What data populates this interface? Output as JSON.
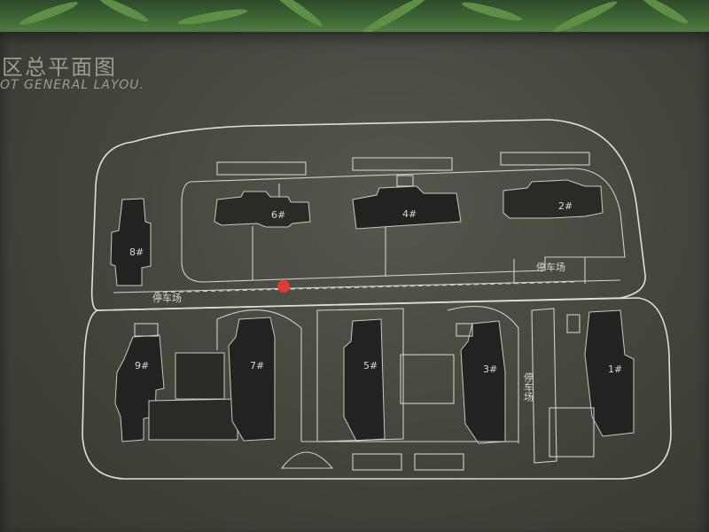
{
  "sign": {
    "title_cn": "区总平面图",
    "title_en": "OT GENERAL LAYOU."
  },
  "map": {
    "buildings": [
      {
        "id": "8",
        "label": "8#"
      },
      {
        "id": "6",
        "label": "6#"
      },
      {
        "id": "4",
        "label": "4#"
      },
      {
        "id": "2",
        "label": "2#"
      },
      {
        "id": "9",
        "label": "9#"
      },
      {
        "id": "7",
        "label": "7#"
      },
      {
        "id": "5",
        "label": "5#"
      },
      {
        "id": "3",
        "label": "3#"
      },
      {
        "id": "1",
        "label": "1#"
      }
    ],
    "parking": [
      {
        "id": "parking-top-right",
        "label": "停车场"
      },
      {
        "id": "parking-left",
        "label": "停车场"
      },
      {
        "id": "parking-right-vertical",
        "label": "停车场"
      }
    ],
    "colors": {
      "board": "#45483f",
      "lines": "#dedfd6",
      "buildings": "#2a2b27",
      "you_are_here": "#e53935"
    },
    "marker": "you-are-here"
  }
}
